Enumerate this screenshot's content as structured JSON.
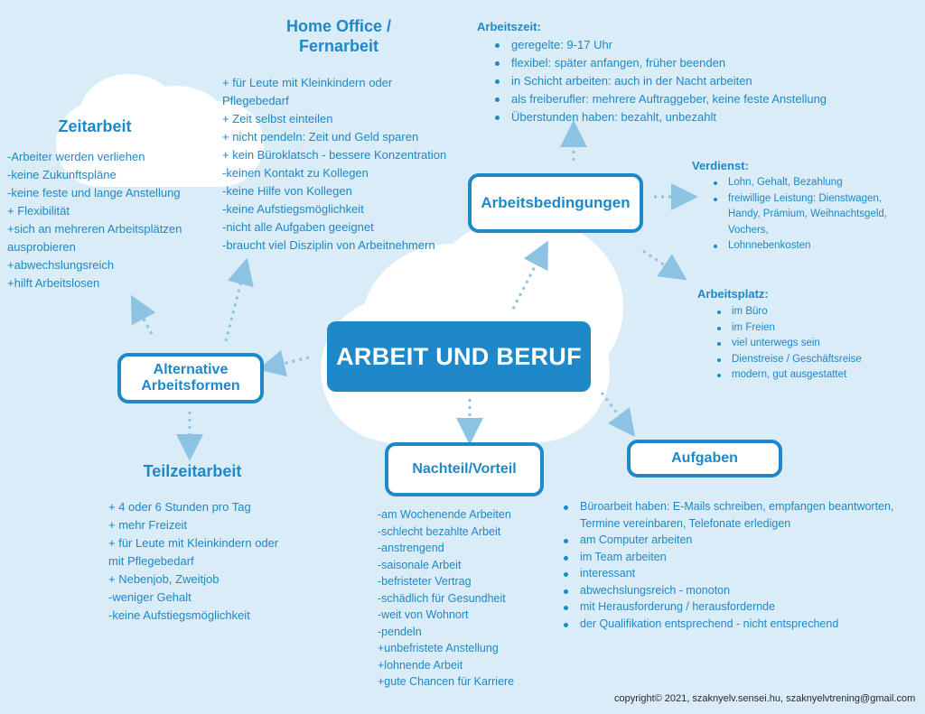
{
  "center": {
    "title": "ARBEIT UND BERUF"
  },
  "nodes": {
    "arbeitsbedingungen": "Arbeitsbedingungen",
    "alternative": "Alternative\nArbeitsformen",
    "nachteil": "Nachteil/Vorteil",
    "aufgaben": "Aufgaben"
  },
  "home_office": {
    "title": "Home Office /\nFernarbeit",
    "items": [
      "+ für Leute mit Kleinkindern oder",
      "Pflegebedarf",
      "+ Zeit selbst einteilen",
      "+ nicht pendeln: Zeit und Geld sparen",
      "+ kein Büroklatsch - bessere Konzentration",
      "-keinen Kontakt zu Kollegen",
      "-keine Hilfe von Kollegen",
      "-keine Aufstiegsmöglichkeit",
      "-nicht alle Aufgaben geeignet",
      "-braucht viel Disziplin von Arbeitnehmern"
    ]
  },
  "zeitarbeit": {
    "title": "Zeitarbeit",
    "items": [
      "-Arbeiter werden verliehen",
      "-keine Zukunftspläne",
      "-keine feste und lange Anstellung",
      "+ Flexibilität",
      "+sich an mehreren Arbeitsplätzen",
      "ausprobieren",
      "+abwechslungsreich",
      "+hilft Arbeitslosen"
    ]
  },
  "arbeitszeit": {
    "title": "Arbeitszeit:",
    "items": [
      "geregelte: 9-17 Uhr",
      "flexibel: später anfangen, früher beenden",
      "in Schicht arbeiten: auch in der Nacht arbeiten",
      "als freiberufler: mehrere Auftraggeber, keine feste Anstellung",
      "Überstunden haben: bezahlt, unbezahlt"
    ]
  },
  "verdienst": {
    "title": "Verdienst:",
    "items": [
      "Lohn, Gehalt, Bezahlung",
      "freiwillige Leistung: Dienstwagen,",
      "Handy, Prämium, Weihnachtsgeld,",
      "Vochers,",
      "Lohnnebenkosten"
    ]
  },
  "arbeitsplatz": {
    "title": "Arbeitsplatz:",
    "items": [
      "im Büro",
      "im Freien",
      "viel unterwegs sein",
      "Dienstreise  / Geschäftsreise",
      "modern, gut ausgestattet"
    ]
  },
  "teilzeit": {
    "title": "Teilzeitarbeit",
    "items": [
      "+ 4 oder 6 Stunden pro Tag",
      "+ mehr Freizeit",
      "+ für Leute mit Kleinkindern oder",
      "mit Pflegebedarf",
      "+ Nebenjob, Zweitjob",
      "-weniger Gehalt",
      "-keine Aufstiegsmöglichkeit"
    ]
  },
  "nachteil_list": {
    "items": [
      "-am Wochenende Arbeiten",
      "-schlecht bezahlte Arbeit",
      "-anstrengend",
      "-saisonale Arbeit",
      "-befristeter Vertrag",
      "-schädlich für Gesundheit",
      "-weit von Wohnort",
      "-pendeln",
      "+unbefristete Anstellung",
      "+lohnende Arbeit",
      "+gute Chancen für Karriere"
    ]
  },
  "aufgaben_list": {
    "items": [
      "Büroarbeit haben: E-Mails schreiben, empfangen  beantworten,\nTermine vereinbaren, Telefonate erledigen",
      "am Computer arbeiten",
      "im Team arbeiten",
      "interessant",
      "abwechslungsreich - monoton",
      "mit Herausforderung / herausfordernde",
      "der Qualifikation entsprechend - nicht entsprechend"
    ]
  },
  "footer": {
    "copyright": "copyright© 2021, szaknyelv.sensei.hu, szaknyelvtrening@gmail.com"
  },
  "colors": {
    "accent": "#1e88c8",
    "background": "#d9ecf7",
    "cloud": "#ffffff",
    "arrow": "#8cc3e3"
  }
}
